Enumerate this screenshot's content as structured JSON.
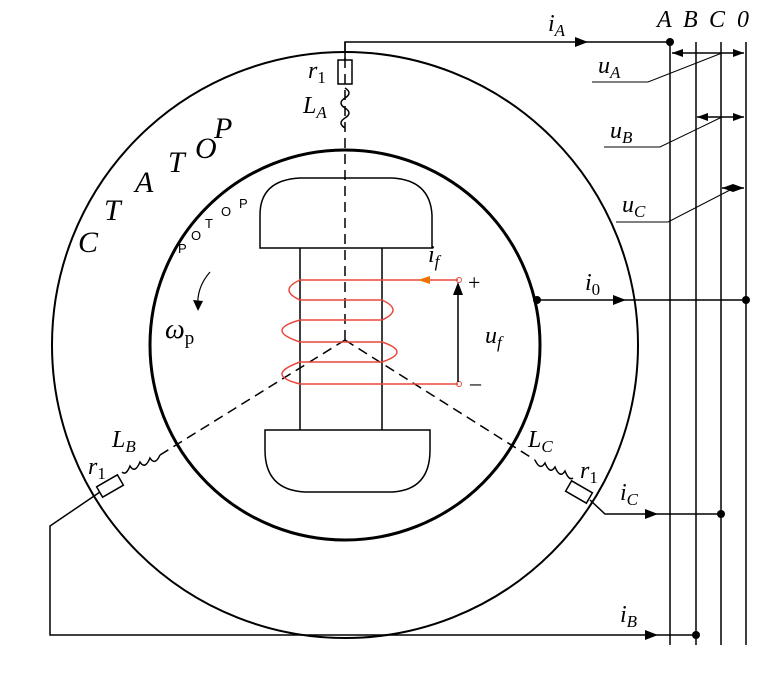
{
  "diagram": {
    "stator_letters": [
      "С",
      "Т",
      "А",
      "Т",
      "О",
      "Р"
    ],
    "rotor_letters": [
      "Р",
      "О",
      "Т",
      "О",
      "Р"
    ],
    "labels": {
      "iA": "i",
      "iA_sub": "A",
      "iB": "i",
      "iB_sub": "B",
      "iC": "i",
      "iC_sub": "C",
      "i0": "i",
      "i0_sub": "0",
      "if": "i",
      "if_sub": "f",
      "uA": "u",
      "uA_sub": "A",
      "uB": "u",
      "uB_sub": "B",
      "uC": "u",
      "uC_sub": "C",
      "uf": "u",
      "uf_sub": "f",
      "r1": "r",
      "r1_sub": "1",
      "LA": "L",
      "LA_sub": "A",
      "LB": "L",
      "LB_sub": "B",
      "LC": "L",
      "LC_sub": "C",
      "omega": "ω",
      "omega_sub": "р",
      "plus": "+",
      "minus": "–"
    },
    "bus_labels": [
      "A",
      "B",
      "C",
      "0"
    ],
    "colors": {
      "line": "#000000",
      "field_winding": "#e8463c",
      "field_arrow": "#f07000"
    }
  }
}
